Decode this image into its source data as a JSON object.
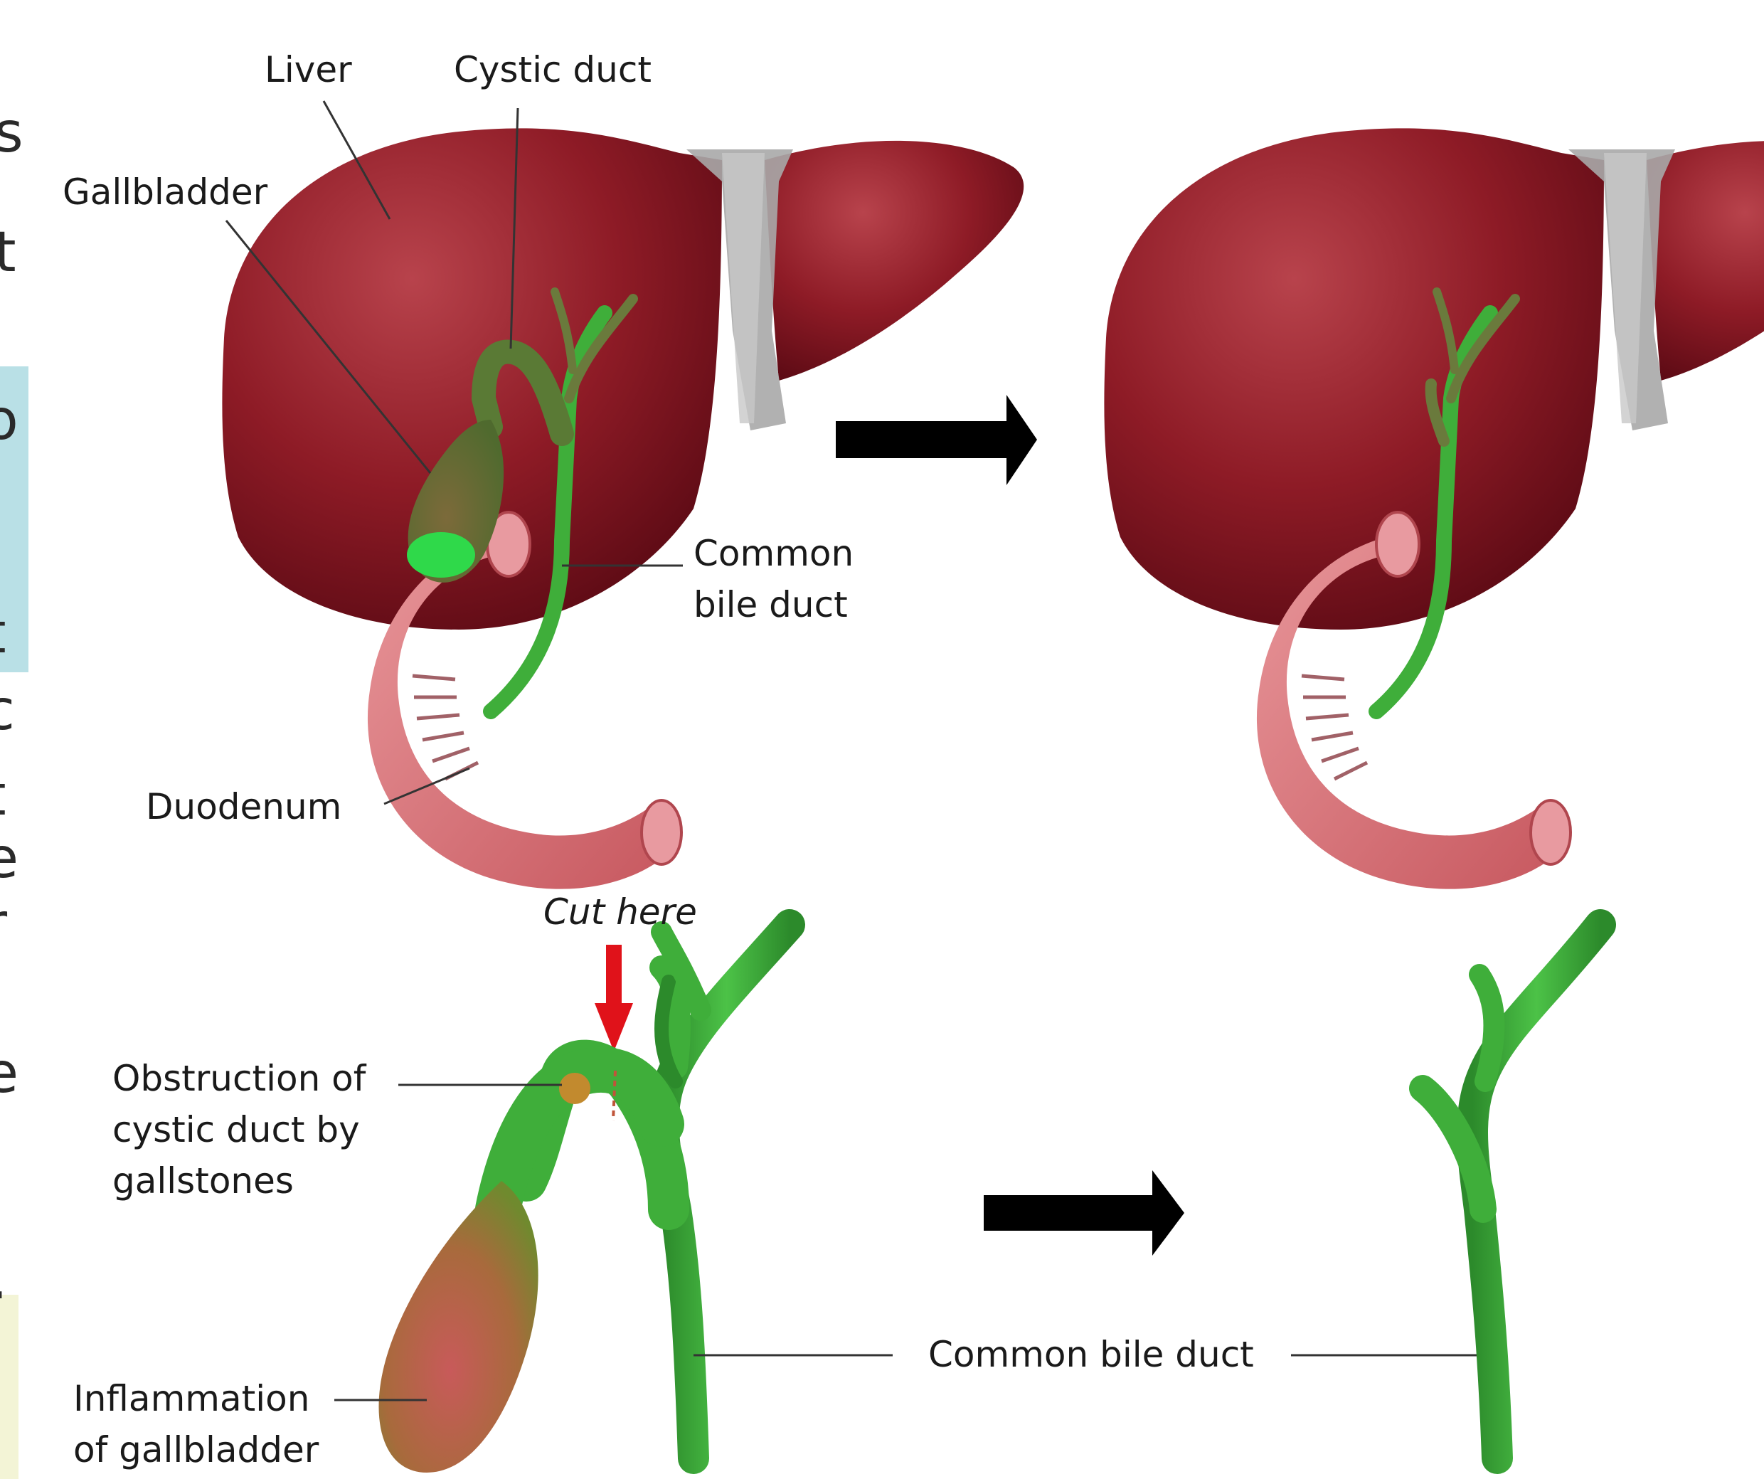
{
  "colors": {
    "liver": "#8e1b26",
    "liver_dark": "#6e0f1a",
    "liver_highlight": "#b33a44",
    "bile_duct": "#3fae3a",
    "bile_duct_dark": "#2c8a2b",
    "gallbladder": "#5d6b37",
    "gallbladder_inflamed": "#b0604d",
    "duodenum": "#d97a7f",
    "ligament": "#9a9a9a",
    "arrow": "#000000",
    "cut_arrow": "#e0121a",
    "left_panel_blue": "#b9e0e6",
    "left_panel_cream": "#f3f4d6"
  },
  "labels": {
    "liver": "Liver",
    "cystic_duct": "Cystic duct",
    "gallbladder": "Gallbladder",
    "common_bile_duct_line1": "Common",
    "common_bile_duct_line2": "bile duct",
    "duodenum": "Duodenum",
    "cut_here": "Cut here",
    "obstruction_line1": "Obstruction of",
    "obstruction_line2": "cystic duct by",
    "obstruction_line3": "gallstones",
    "inflammation_line1": "Inflammation",
    "inflammation_line2": "of gallbladder",
    "common_bile_duct_bottom": "Common bile duct"
  },
  "left_edge_glyphs": [
    "s",
    "t",
    "o",
    "t",
    "c",
    "t",
    "e",
    "r",
    "e",
    "."
  ]
}
